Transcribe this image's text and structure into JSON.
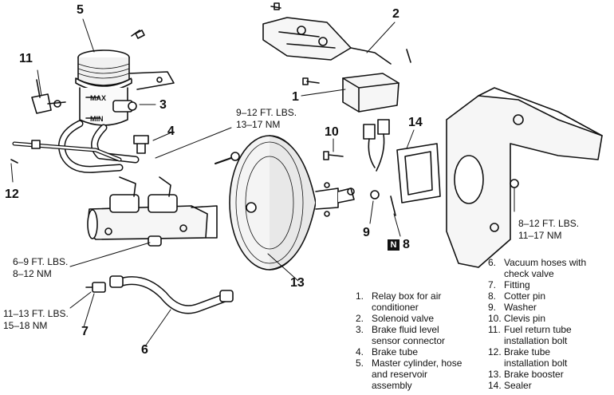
{
  "callouts": {
    "c1": "1",
    "c2": "2",
    "c3": "3",
    "c4": "4",
    "c5": "5",
    "c6": "6",
    "c7": "7",
    "c8": "8",
    "c9": "9",
    "c10": "10",
    "c11": "11",
    "c12": "12",
    "c13": "13",
    "c14": "14",
    "n_badge": "N"
  },
  "reservoir_marks": {
    "max": "MAX",
    "min": "MIN"
  },
  "torque_specs": {
    "brake_tube": [
      "9–12 FT. LBS.",
      "13–17 NM"
    ],
    "master_cylinder_nut": [
      "6–9 FT. LBS.",
      "8–12 NM"
    ],
    "fitting": [
      "11–13 FT. LBS.",
      "15–18 NM"
    ],
    "booster_nut": [
      "8–12 FT. LBS.",
      "11–17 NM"
    ]
  },
  "legend_left": [
    {
      "n": "1.",
      "lines": [
        "Relay box for air",
        "conditioner"
      ]
    },
    {
      "n": "2.",
      "lines": [
        "Solenoid valve"
      ]
    },
    {
      "n": "3.",
      "lines": [
        "Brake fluid level",
        "sensor connector"
      ]
    },
    {
      "n": "4.",
      "lines": [
        "Brake tube"
      ]
    },
    {
      "n": "5.",
      "lines": [
        "Master cylinder, hose",
        "and reservoir",
        "assembly"
      ]
    }
  ],
  "legend_right": [
    {
      "n": "6.",
      "lines": [
        "Vacuum hoses with",
        "check valve"
      ]
    },
    {
      "n": "7.",
      "lines": [
        "Fitting"
      ]
    },
    {
      "n": "8.",
      "lines": [
        "Cotter pin"
      ]
    },
    {
      "n": "9.",
      "lines": [
        "Washer"
      ]
    },
    {
      "n": "10.",
      "lines": [
        "Clevis pin"
      ]
    },
    {
      "n": "11.",
      "lines": [
        "Fuel return tube",
        "installation bolt"
      ]
    },
    {
      "n": "12.",
      "lines": [
        "Brake tube",
        "installation bolt"
      ]
    },
    {
      "n": "13.",
      "lines": [
        "Brake booster"
      ]
    },
    {
      "n": "14.",
      "lines": [
        "Sealer"
      ]
    }
  ]
}
